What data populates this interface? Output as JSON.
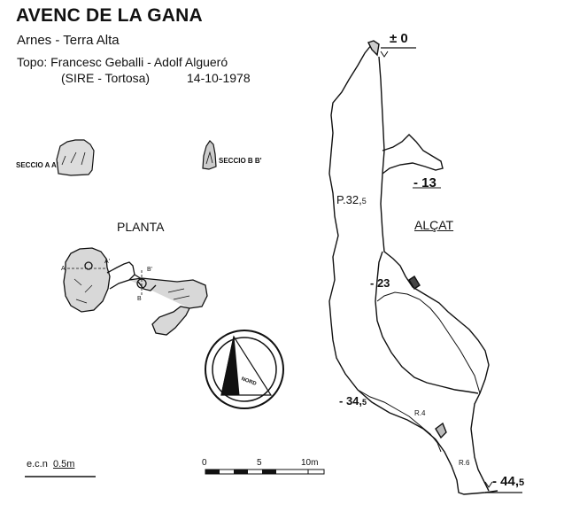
{
  "header": {
    "title": "AVENC DE LA GANA",
    "location": "Arnes  - Terra Alta",
    "topo": "Topo: Francesc Geballi - Adolf Algueró",
    "club": "(SIRE - Tortosa)",
    "date": "14-10-1978"
  },
  "sections": {
    "a_label": "SECCIO A A'",
    "b_label": "SECCIO B B'"
  },
  "plan": {
    "title": "PLANTA",
    "marks": [
      "A",
      "A'",
      "B",
      "B'"
    ]
  },
  "elevation": {
    "title": "ALÇAT",
    "depths": {
      "top": "± 0",
      "d13": "- 13",
      "d23": "- 23",
      "d34": "- 34,",
      "d34_sub": "5",
      "d44": "- 44,",
      "d44_sub": "5"
    },
    "pitch": "P.32,",
    "pitch_sub": "5",
    "ropes": [
      "R.4",
      "R.6"
    ]
  },
  "compass": {
    "label": "NORD"
  },
  "scale": {
    "label_prefix": "e.c.n",
    "label_value": "0.5m",
    "ticks": [
      "0",
      "5",
      "10m"
    ]
  },
  "colors": {
    "ink": "#111111",
    "paper": "#ffffff"
  }
}
